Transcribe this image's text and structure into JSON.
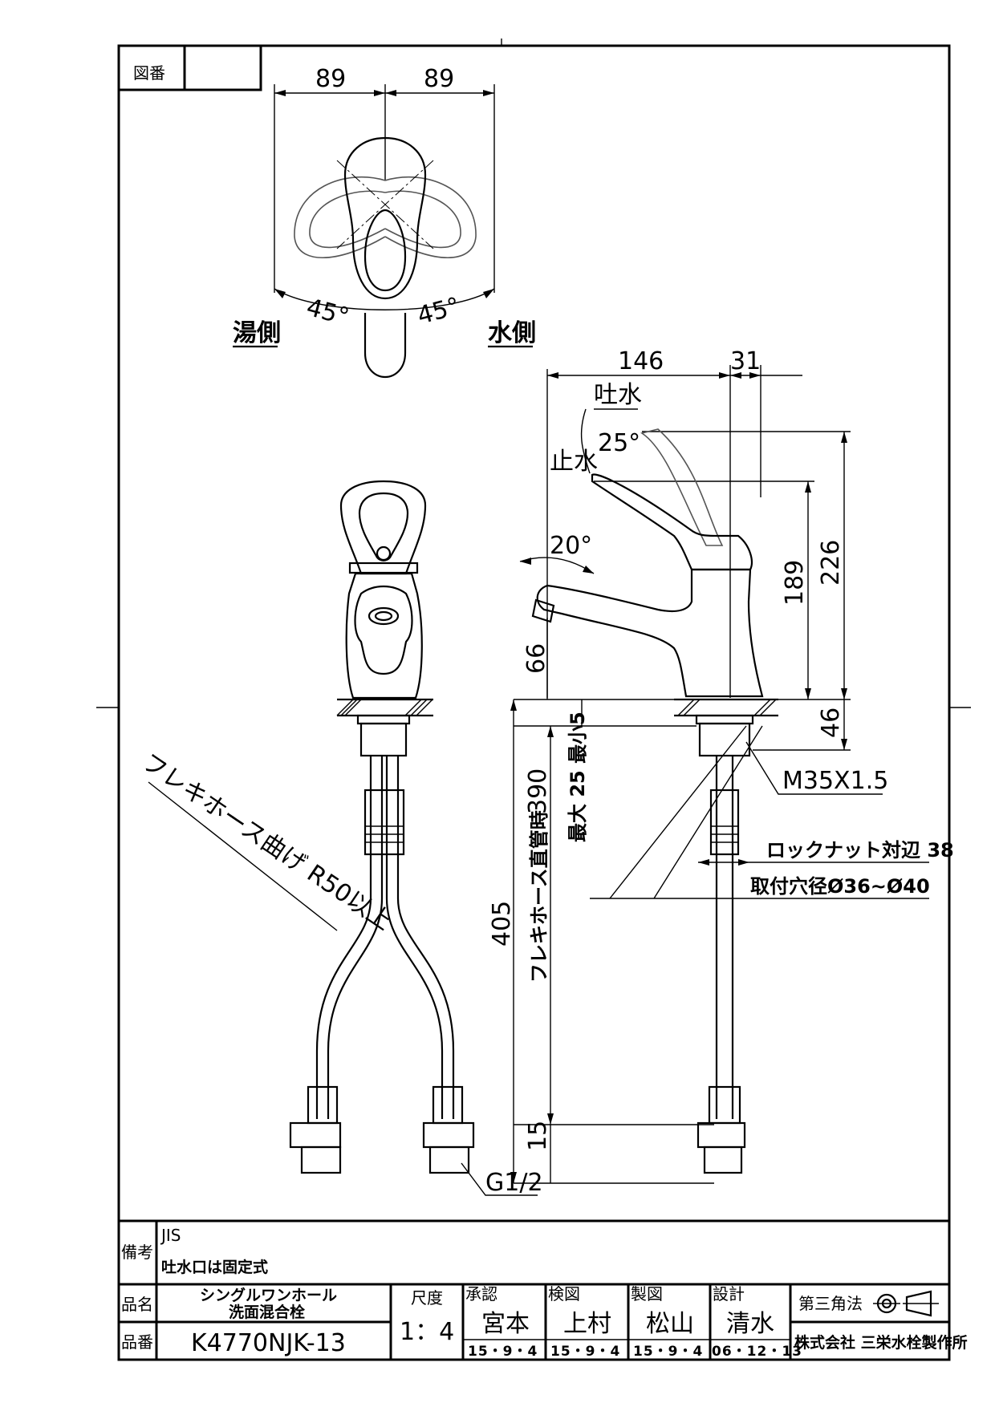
{
  "title_block": {
    "drawing_no_label": "図番",
    "drawing_no_value": "",
    "remarks_label": "備考",
    "remarks_line1": "JIS",
    "remarks_line2": "吐水口は固定式",
    "name_label": "品名",
    "name_line1": "シングルワンホール",
    "name_line2": "洗面混合栓",
    "code_label": "品番",
    "code_value": "K4770NJK-13",
    "scale_label": "尺度",
    "scale_value": "1：4",
    "approve_label": "承認",
    "approve_name": "宮本",
    "approve_date": "15・9・4",
    "check_label": "検図",
    "check_name": "上村",
    "check_date": "15・9・4",
    "draw_label": "製図",
    "draw_name": "松山",
    "draw_date": "15・9・4",
    "design_label": "設計",
    "design_name": "清水",
    "design_date": "06・12・13",
    "projection": "第三角法",
    "company": "株式会社 三栄水栓製作所"
  },
  "top_view": {
    "dim_left": "89",
    "dim_right": "89",
    "angle_left": "45°",
    "angle_right": "45°",
    "hot_side": "湯側",
    "cold_side": "水側"
  },
  "front_view": {
    "hose_bend": "フレキホース曲げ R50以上",
    "thread": "G1/2"
  },
  "side_view": {
    "dim_146": "146",
    "dim_31": "31",
    "discharge": "吐水",
    "stop": "止水",
    "angle_25": "25°",
    "angle_20": "20°",
    "dim_189": "189",
    "dim_226": "226",
    "dim_66": "66",
    "dim_46": "46",
    "dim_405": "405",
    "dim_390": "390",
    "hose_straight": "フレキホース直管時",
    "dim_max_min": "最大 25 最小5",
    "thread_m35": "M35X1.5",
    "lock_nut": "ロックナット対辺 38",
    "mount_hole": "取付穴径Ø36~Ø40",
    "dim_15": "15"
  }
}
